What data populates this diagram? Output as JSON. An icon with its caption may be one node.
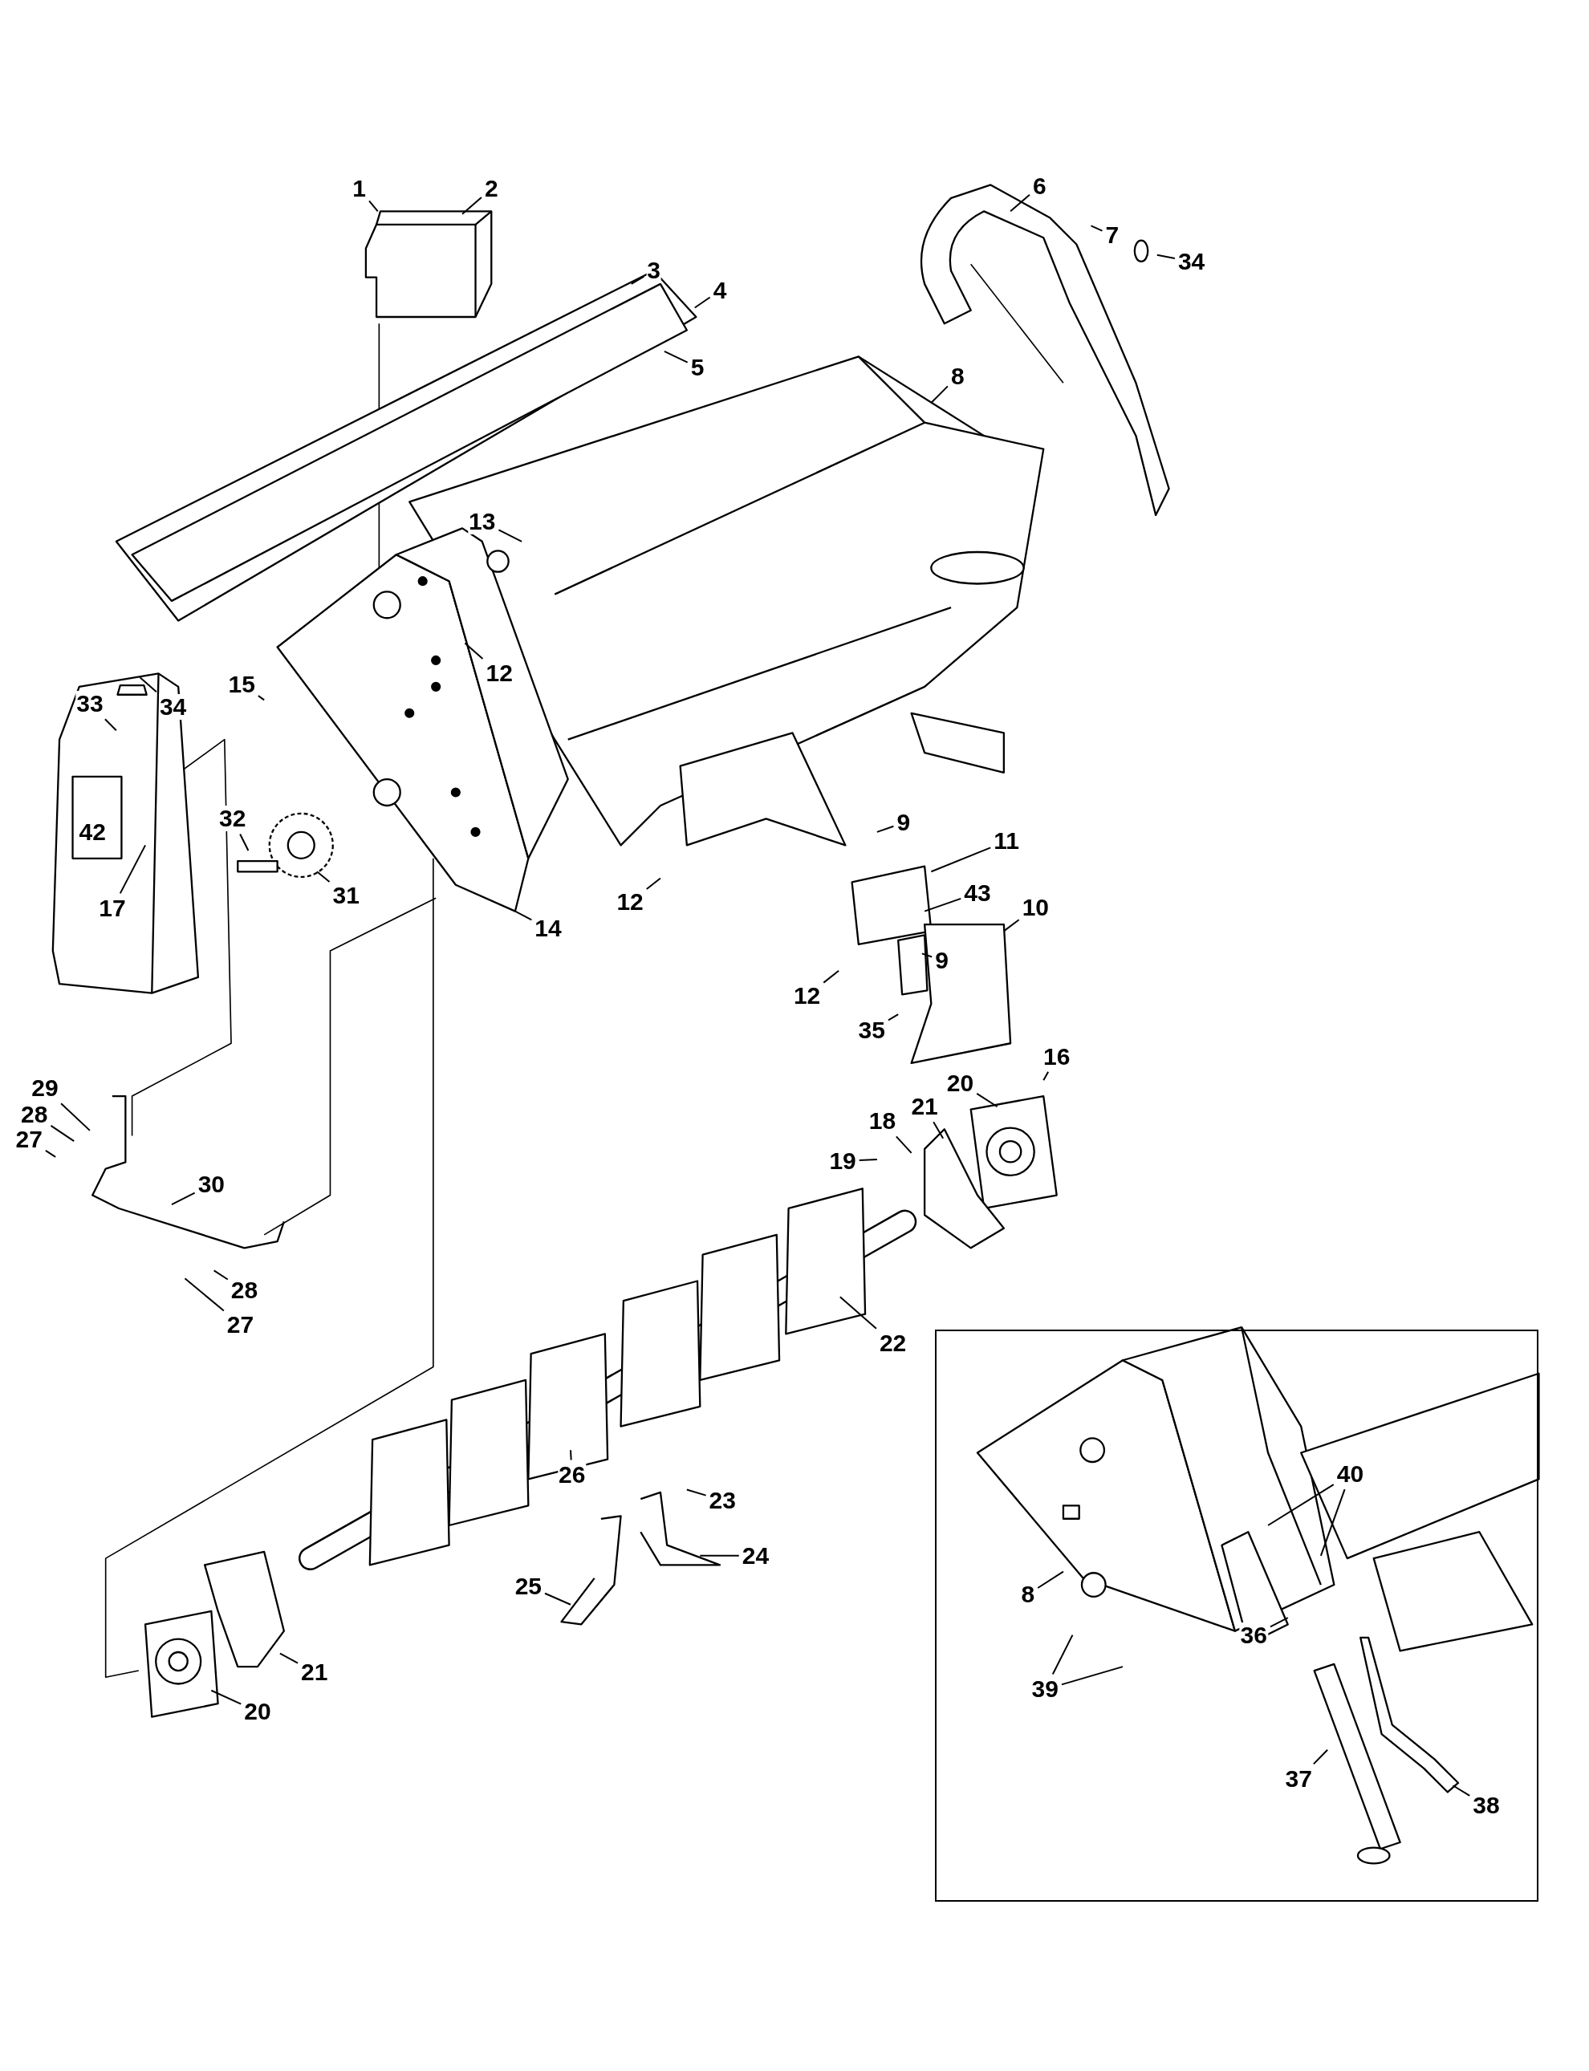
{
  "diagram": {
    "nodes": [
      {
        "text": [
          "1"
        ]
      },
      {
        "text": [
          "2"
        ]
      },
      {
        "text": [
          "3"
        ]
      },
      {
        "text": [
          "4"
        ]
      },
      {
        "text": [
          "5"
        ]
      },
      {
        "text": [
          "6"
        ]
      },
      {
        "text": [
          "7"
        ]
      },
      {
        "text": [
          "34"
        ]
      },
      {
        "text": [
          "8"
        ]
      },
      {
        "text": [
          "13"
        ]
      },
      {
        "text": [
          "12"
        ]
      },
      {
        "text": [
          "15"
        ]
      },
      {
        "text": [
          "33"
        ]
      },
      {
        "text": [
          "34"
        ]
      },
      {
        "text": [
          "42"
        ]
      },
      {
        "text": [
          "17"
        ]
      },
      {
        "text": [
          "32"
        ]
      },
      {
        "text": [
          "31"
        ]
      },
      {
        "text": [
          "9"
        ]
      },
      {
        "text": [
          "11"
        ]
      },
      {
        "text": [
          "43"
        ]
      },
      {
        "text": [
          "10"
        ]
      },
      {
        "text": [
          "12"
        ]
      },
      {
        "text": [
          "14"
        ]
      },
      {
        "text": [
          "12"
        ]
      },
      {
        "text": [
          "9"
        ]
      },
      {
        "text": [
          "35"
        ]
      },
      {
        "text": [
          "16"
        ]
      },
      {
        "text": [
          "20"
        ]
      },
      {
        "text": [
          "21"
        ]
      },
      {
        "text": [
          "18"
        ]
      },
      {
        "text": [
          "19"
        ]
      },
      {
        "text": [
          "29"
        ]
      },
      {
        "text": [
          "28"
        ]
      },
      {
        "text": [
          "27"
        ]
      },
      {
        "text": [
          "30"
        ]
      },
      {
        "text": [
          "28"
        ]
      },
      {
        "text": [
          "27"
        ]
      },
      {
        "text": [
          "22"
        ]
      },
      {
        "text": [
          "26"
        ]
      },
      {
        "text": [
          "23"
        ]
      },
      {
        "text": [
          "24"
        ]
      },
      {
        "text": [
          "25"
        ]
      },
      {
        "text": [
          "21"
        ]
      },
      {
        "text": [
          "20"
        ]
      },
      {
        "text": [],
        "shape": "box"
      },
      {
        "text": [
          "40"
        ],
        "in": 45
      },
      {
        "text": [
          "8"
        ],
        "in": 45
      },
      {
        "text": [
          "36"
        ],
        "in": 45
      },
      {
        "text": [
          "39"
        ],
        "in": 45
      },
      {
        "text": [
          "37"
        ],
        "in": 45
      },
      {
        "text": [
          "38"
        ],
        "in": 45
      }
    ],
    "edges": [
      {
        "from": 0,
        "to": null,
        "arrow": "none"
      },
      {
        "from": 1,
        "to": null,
        "arrow": "none"
      },
      {
        "from": 2,
        "to": null,
        "arrow": "none"
      },
      {
        "from": 3,
        "to": null,
        "arrow": "none"
      },
      {
        "from": 4,
        "to": null,
        "arrow": "none"
      },
      {
        "from": 5,
        "to": null,
        "arrow": "none"
      },
      {
        "from": 6,
        "to": null,
        "arrow": "none"
      },
      {
        "from": 7,
        "to": null,
        "arrow": "none"
      },
      {
        "from": 8,
        "to": null,
        "arrow": "none"
      },
      {
        "from": 9,
        "to": null,
        "arrow": "none"
      },
      {
        "from": 10,
        "to": null,
        "arrow": "none"
      },
      {
        "from": 11,
        "to": null,
        "arrow": "none"
      },
      {
        "from": 12,
        "to": null,
        "arrow": "none"
      },
      {
        "from": 13,
        "to": null,
        "arrow": "none"
      },
      {
        "from": 15,
        "to": null,
        "arrow": "none"
      },
      {
        "from": 16,
        "to": null,
        "arrow": "none"
      },
      {
        "from": 17,
        "to": null,
        "arrow": "none"
      },
      {
        "from": 18,
        "to": null,
        "arrow": "none"
      },
      {
        "from": 19,
        "to": null,
        "arrow": "none"
      },
      {
        "from": 20,
        "to": null,
        "arrow": "none"
      },
      {
        "from": 21,
        "to": null,
        "arrow": "none"
      },
      {
        "from": 22,
        "to": null,
        "arrow": "none"
      },
      {
        "from": 23,
        "to": null,
        "arrow": "none"
      },
      {
        "from": 24,
        "to": null,
        "arrow": "none"
      },
      {
        "from": 25,
        "to": null,
        "arrow": "none"
      },
      {
        "from": 26,
        "to": null,
        "arrow": "none"
      },
      {
        "from": 27,
        "to": null,
        "arrow": "none"
      },
      {
        "from": 28,
        "to": null,
        "arrow": "none"
      },
      {
        "from": 29,
        "to": null,
        "arrow": "none"
      },
      {
        "from": 30,
        "to": null,
        "arrow": "none"
      },
      {
        "from": 31,
        "to": null,
        "arrow": "none"
      },
      {
        "from": 32,
        "to": null,
        "arrow": "none"
      },
      {
        "from": 33,
        "to": null,
        "arrow": "none"
      },
      {
        "from": 34,
        "to": null,
        "arrow": "none"
      },
      {
        "from": 35,
        "to": null,
        "arrow": "none"
      },
      {
        "from": 36,
        "to": null,
        "arrow": "none"
      },
      {
        "from": 37,
        "to": null,
        "arrow": "none"
      },
      {
        "from": 38,
        "to": null,
        "arrow": "none"
      },
      {
        "from": 39,
        "to": null,
        "arrow": "none"
      },
      {
        "from": 40,
        "to": null,
        "arrow": "none"
      },
      {
        "from": 41,
        "to": null,
        "arrow": "none"
      },
      {
        "from": 42,
        "to": null,
        "arrow": "none"
      },
      {
        "from": 43,
        "to": null,
        "arrow": "none"
      },
      {
        "from": 44,
        "to": null,
        "arrow": "none"
      },
      {
        "from": 46,
        "to": null,
        "arrow": "none"
      },
      {
        "from": 46,
        "to": null,
        "arrow": "none"
      },
      {
        "from": 47,
        "to": null,
        "arrow": "none"
      },
      {
        "from": 48,
        "to": null,
        "arrow": "none"
      },
      {
        "from": 49,
        "to": null,
        "arrow": "none"
      },
      {
        "from": 49,
        "to": null,
        "arrow": "none"
      },
      {
        "from": 50,
        "to": null,
        "arrow": "none"
      },
      {
        "from": 51,
        "to": null,
        "arrow": "none"
      }
    ]
  }
}
